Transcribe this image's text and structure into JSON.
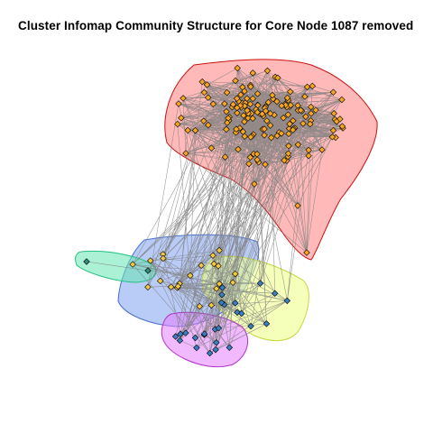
{
  "figure": {
    "title": "Cluster Infomap Community Structure for Core Node 1087 removed"
  },
  "diagram": {
    "type": "community-network",
    "algorithm": "Infomap",
    "edge_color": "#808080",
    "node_border_color": "#000000",
    "communities": [
      {
        "id": "core",
        "hull_fill": "#ff8080",
        "hull_stroke": "#cc1111",
        "node_fill": "#f5a623",
        "node_count": 150
      },
      {
        "id": "blue",
        "hull_fill": "#7fa0f0",
        "hull_stroke": "#4a6fd0",
        "node_fill": "#f5c842",
        "node_count": 22
      },
      {
        "id": "green",
        "hull_fill": "#66e6b3",
        "hull_stroke": "#22c080",
        "node_fill": "#2f8c7a",
        "node_count": 2
      },
      {
        "id": "yellow",
        "hull_fill": "#ecff80",
        "hull_stroke": "#c8d640",
        "node_fill": "#3a7fc0",
        "node_count": 12
      },
      {
        "id": "magenta",
        "hull_fill": "#e680ff",
        "hull_stroke": "#b030d0",
        "node_fill": "#3a7fc0",
        "node_count": 14
      }
    ]
  }
}
